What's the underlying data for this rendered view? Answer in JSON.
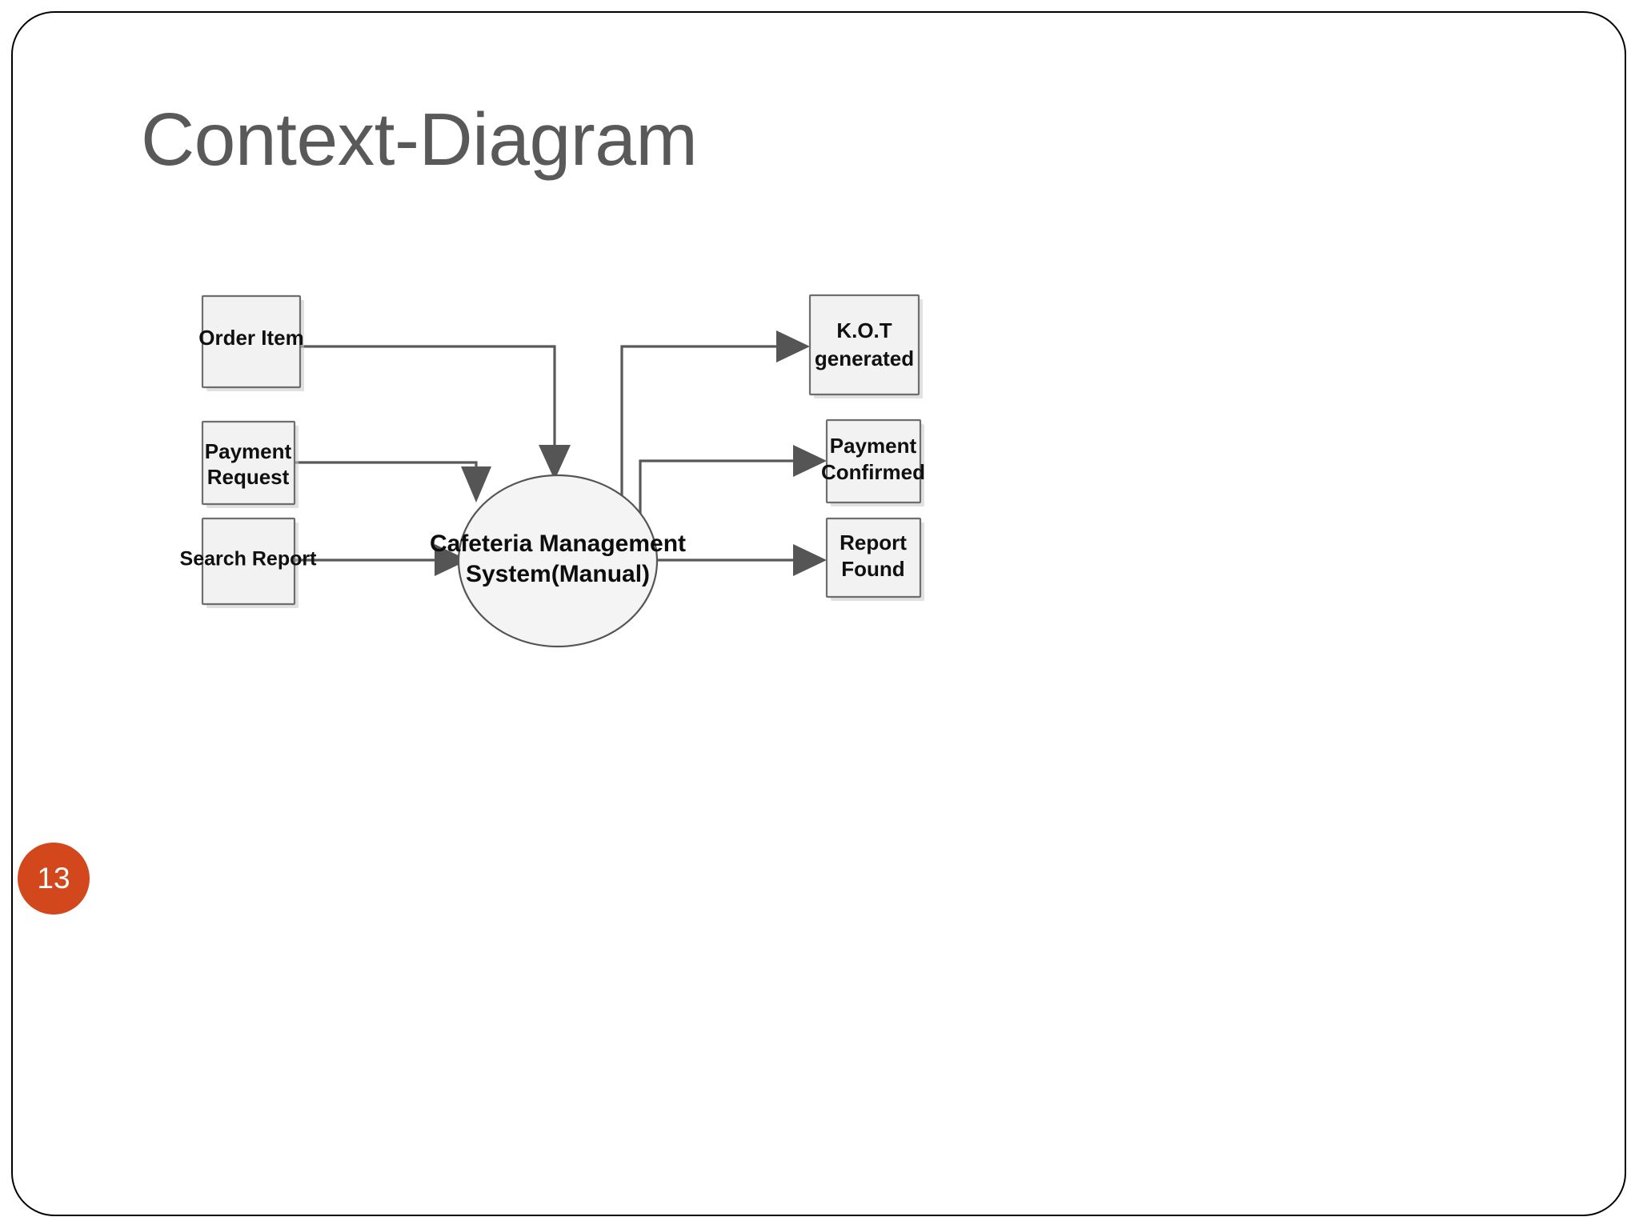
{
  "slide": {
    "title": "Context-Diagram",
    "page_number": "13",
    "badge_color": "#D2471C",
    "title_color": "#595959",
    "background_color": "#FFFFFF",
    "border_color": "#000000"
  },
  "diagram": {
    "type": "context-diagram",
    "process": {
      "name": "cafeteria-management-system",
      "label_line_1": "Cafeteria Management",
      "label_line_2": "System(Manual)",
      "shape": "ellipse",
      "fill": "#F4F4F4",
      "stroke": "#555555"
    },
    "input_entities": [
      {
        "id": "order-item",
        "label": "Order Item",
        "lines": [
          "Order Item"
        ],
        "flow": "Order Item"
      },
      {
        "id": "payment-request",
        "label": "Payment Request",
        "lines": [
          "Payment",
          "Request"
        ],
        "flow": "Payment Request"
      },
      {
        "id": "search-report",
        "label": "Search Report",
        "lines": [
          "Search Report"
        ],
        "flow": "Search Report"
      }
    ],
    "output_entities": [
      {
        "id": "kot-generated",
        "label": "K.O.T generated",
        "lines": [
          "K.O.T",
          "generated"
        ],
        "flow": "K.O.T generated"
      },
      {
        "id": "payment-confirmed",
        "label": "Payment Confirmed",
        "lines": [
          "Payment",
          "Confirmed"
        ],
        "flow": "Payment Confirmed"
      },
      {
        "id": "report-found",
        "label": "Report Found",
        "lines": [
          "Report",
          "Found"
        ],
        "flow": "Report Found"
      }
    ],
    "flows": [
      {
        "from": "order-item",
        "to": "cafeteria-management-system",
        "direction": "in"
      },
      {
        "from": "payment-request",
        "to": "cafeteria-management-system",
        "direction": "in"
      },
      {
        "from": "search-report",
        "to": "cafeteria-management-system",
        "direction": "in"
      },
      {
        "from": "cafeteria-management-system",
        "to": "kot-generated",
        "direction": "out"
      },
      {
        "from": "cafeteria-management-system",
        "to": "payment-confirmed",
        "direction": "out"
      },
      {
        "from": "cafeteria-management-system",
        "to": "report-found",
        "direction": "out"
      }
    ],
    "entity_fill": "#F2F2F2",
    "entity_stroke": "#6E6E6E",
    "connector_color": "#595959"
  }
}
